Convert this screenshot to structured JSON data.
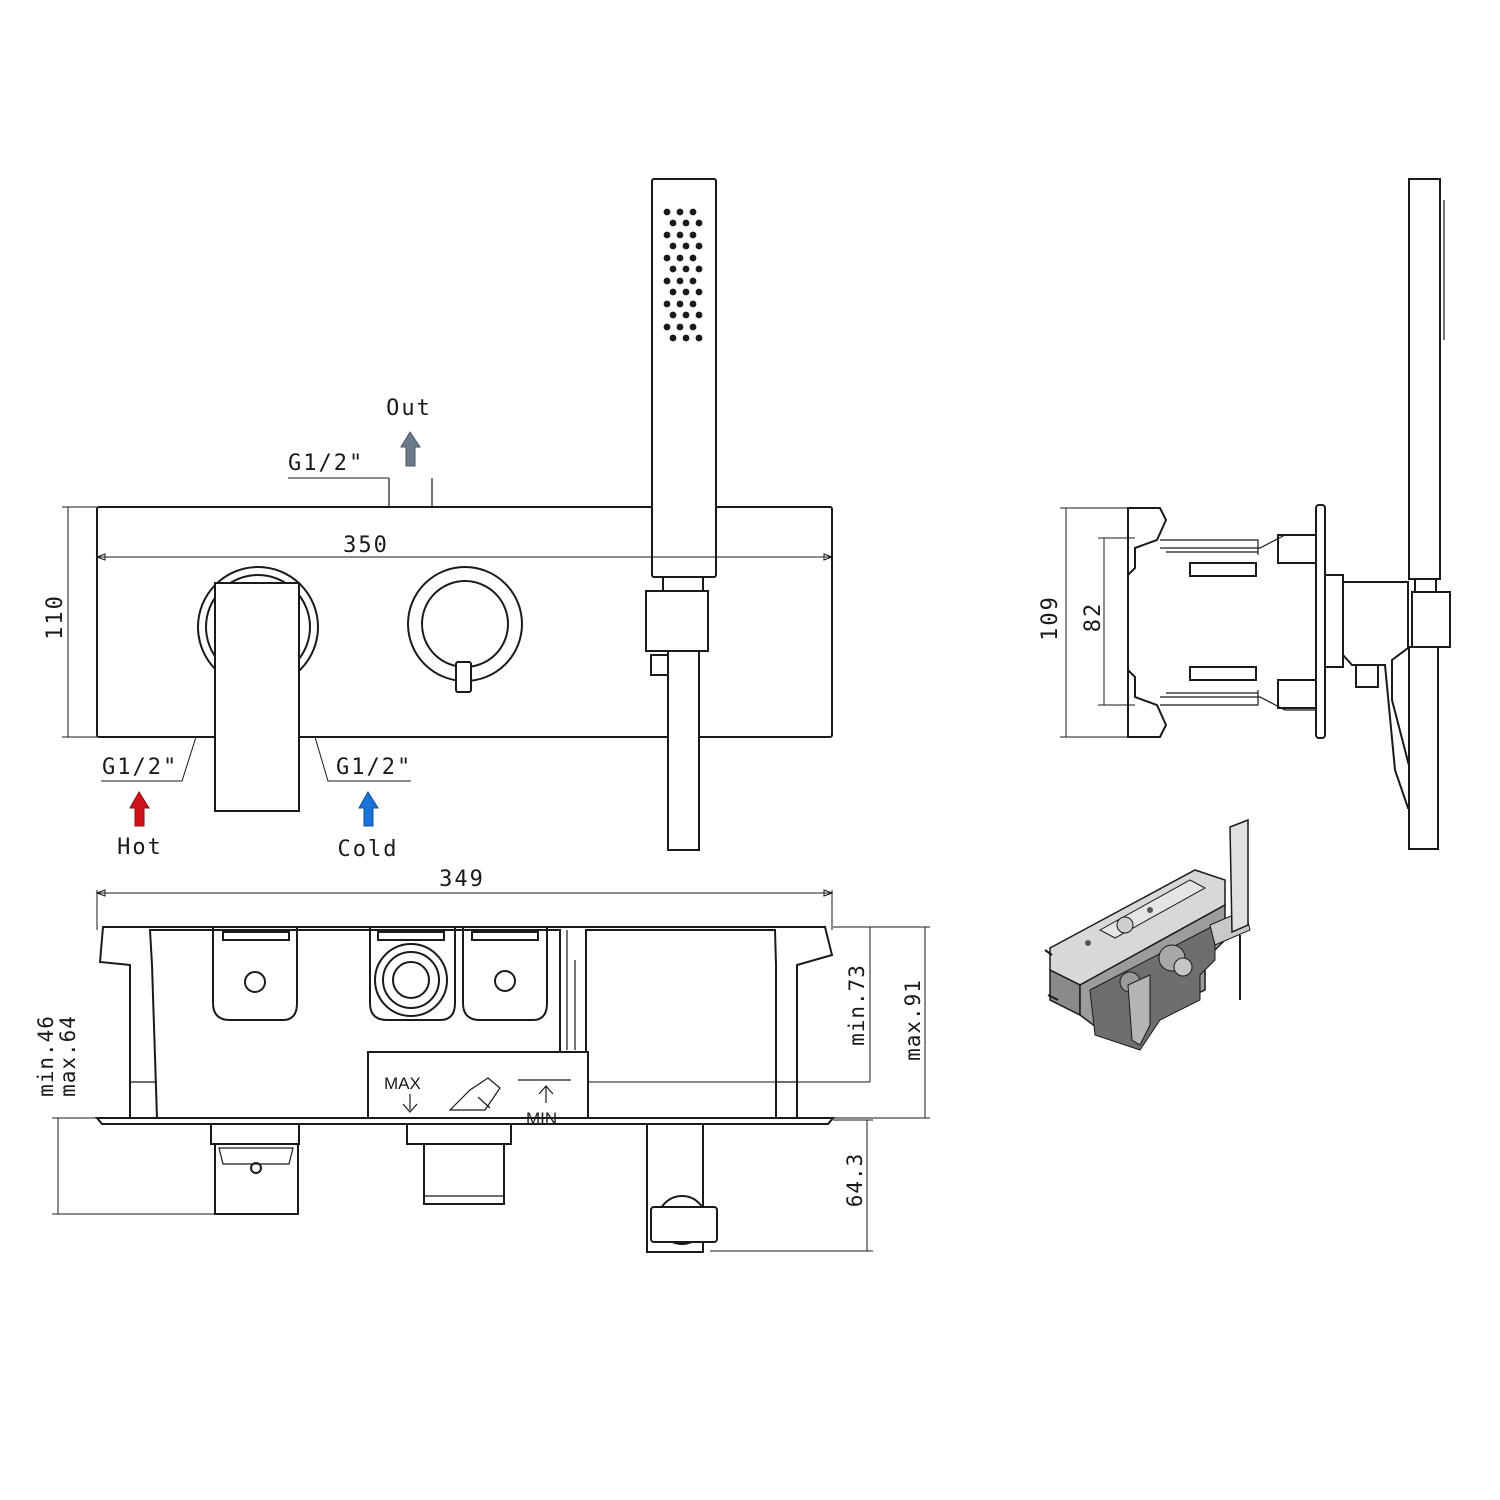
{
  "front_view": {
    "width_label": "350",
    "height_label": "110",
    "outlet_thread": "G1/2\"",
    "outlet_label": "Out",
    "hot_thread": "G1/2\"",
    "hot_label": "Hot",
    "cold_thread": "G1/2\"",
    "cold_label": "Cold"
  },
  "side_view": {
    "height_label": "109",
    "inner_label": "82"
  },
  "top_view": {
    "width_label": "349",
    "depth_min_right": "min.73",
    "depth_max_right": "max.91",
    "depth_min_left": "min.46",
    "depth_max_left": "max.64",
    "projection_label": "64.3",
    "max_marker": "MAX",
    "min_marker": "MIN"
  },
  "colors": {
    "hot": "#d0121b",
    "cold": "#1a73d9",
    "out": "#6b7b8c",
    "line": "#1a1a1a"
  },
  "icons": [
    "hot-arrow-icon",
    "cold-arrow-icon",
    "out-arrow-icon",
    "hand-shower-icon"
  ]
}
